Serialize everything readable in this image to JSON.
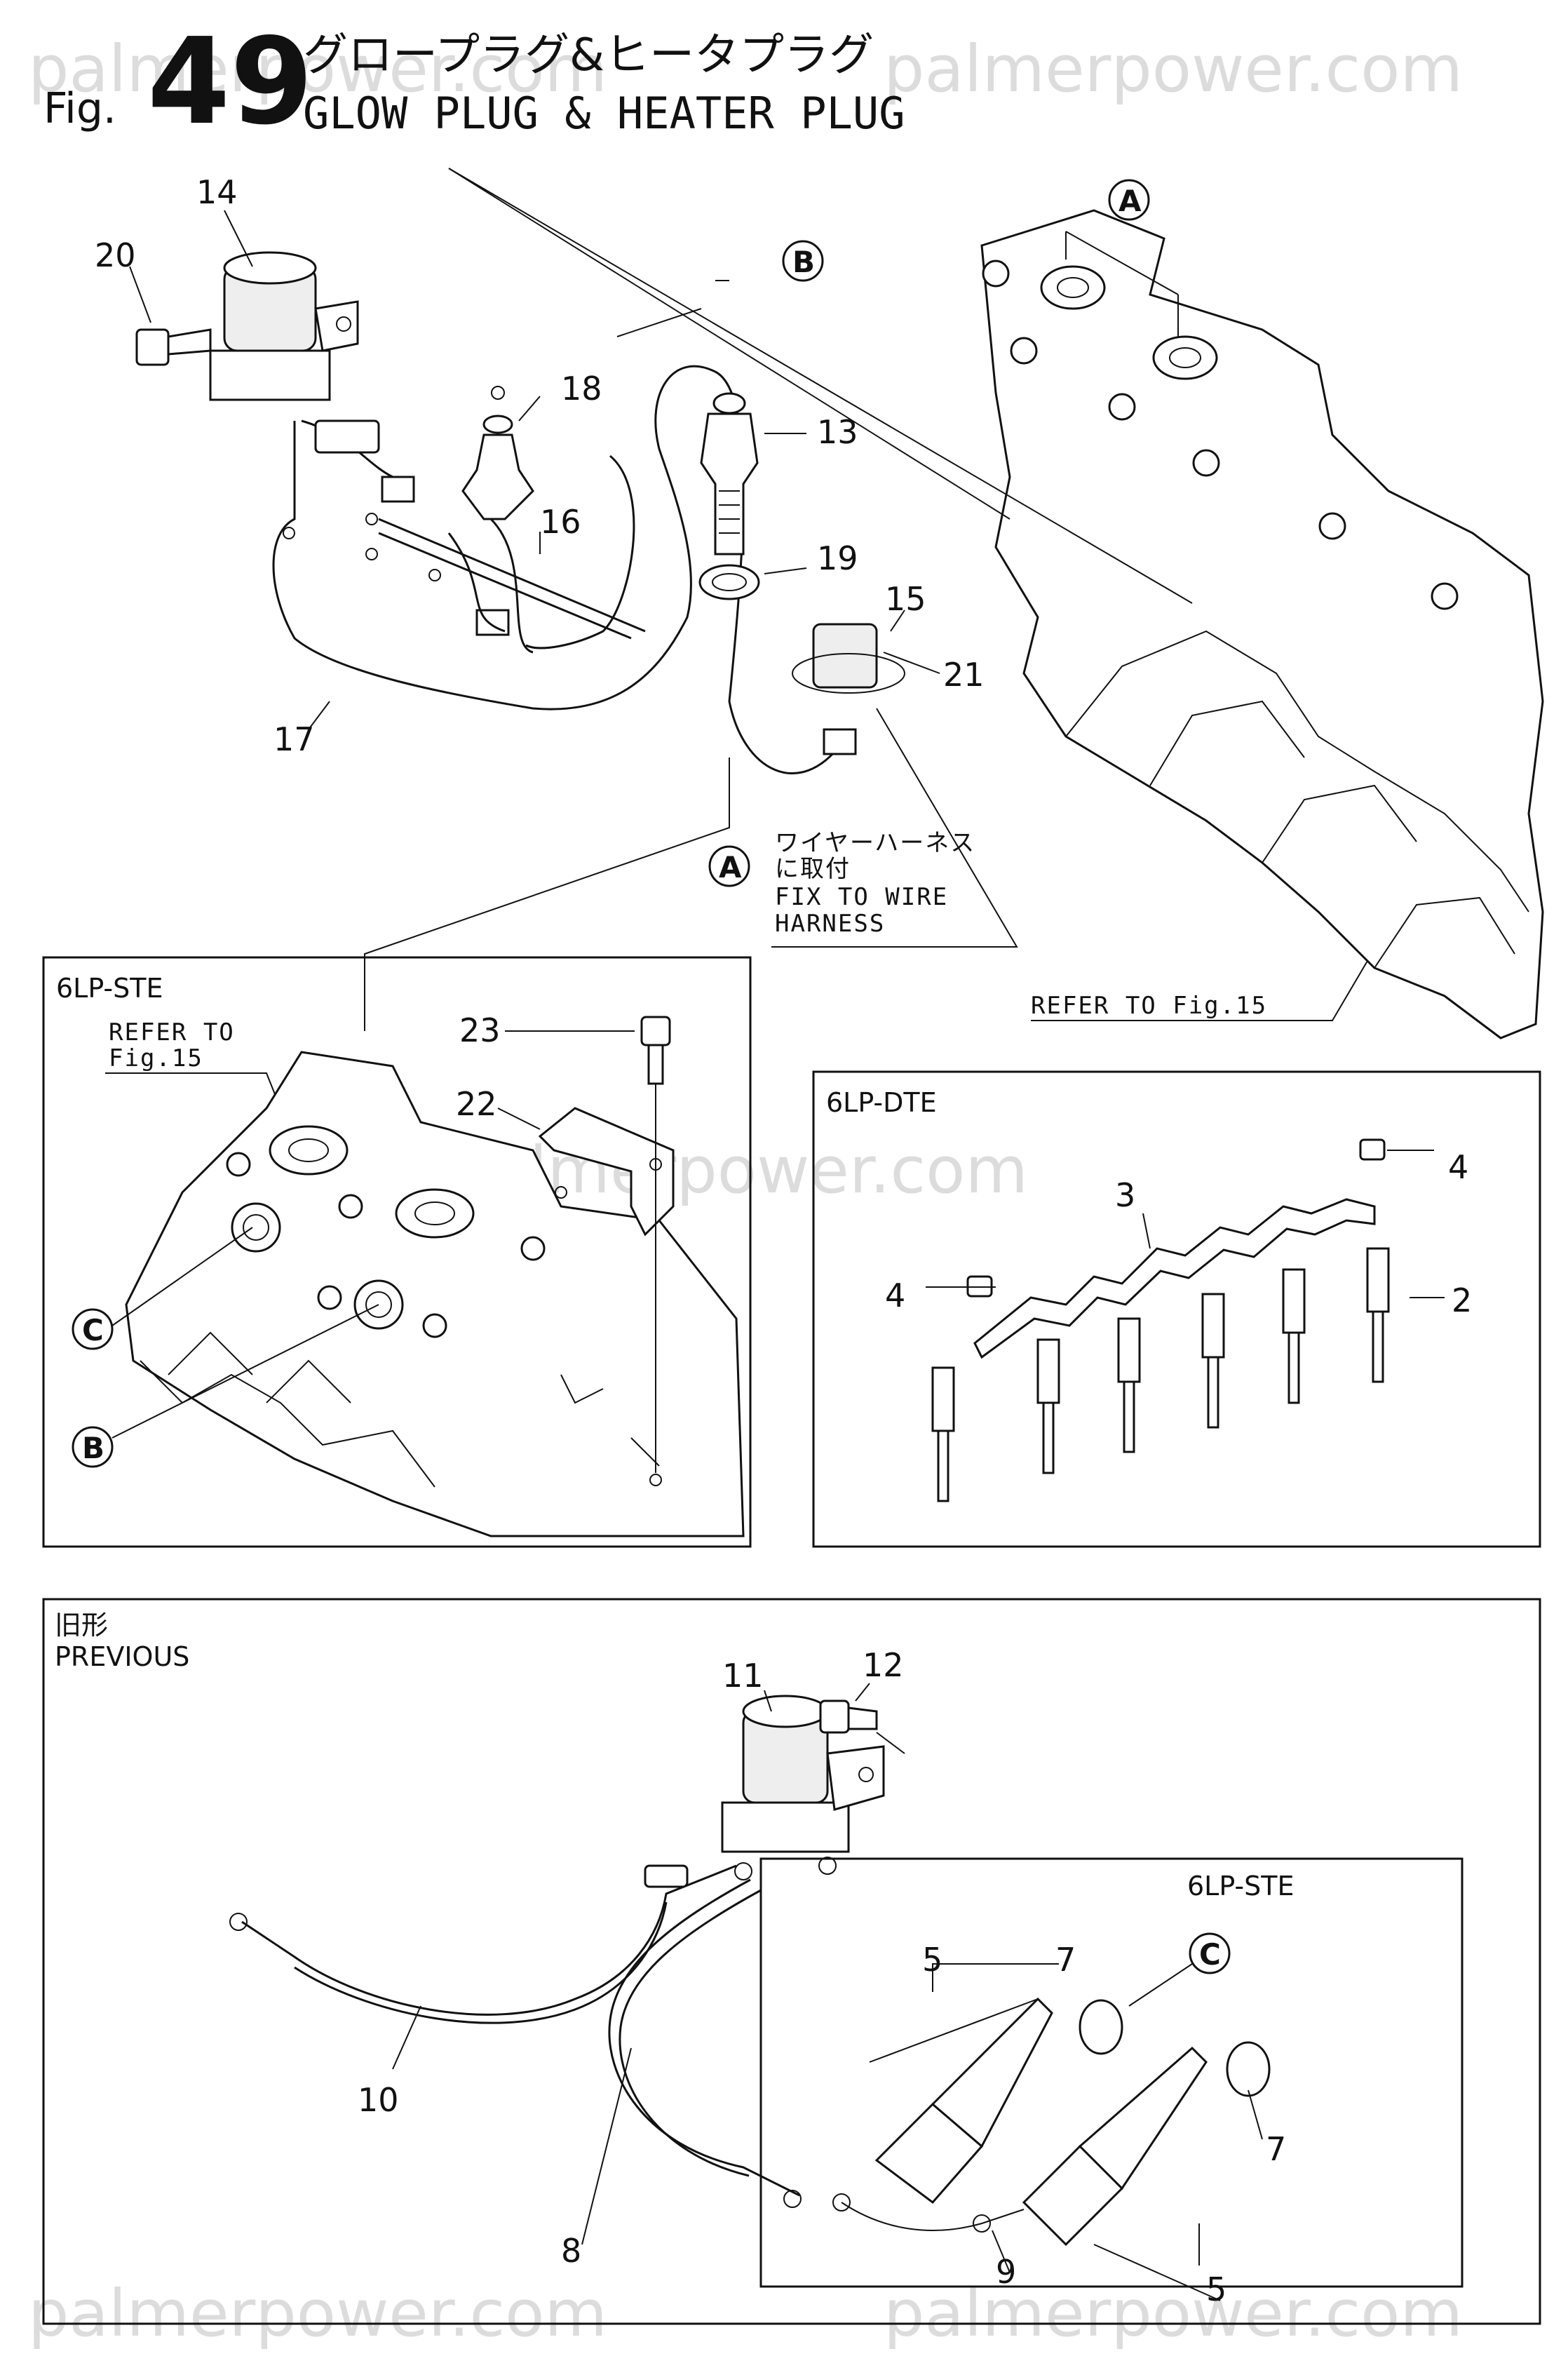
{
  "watermark": "palmerpower.com",
  "header": {
    "fig_prefix": "Fig.",
    "fig_number": "49",
    "title_jp": "グロープラグ&ヒータプラグ",
    "title_en": "GLOW PLUG & HEATER PLUG"
  },
  "callouts": {
    "p2": "2",
    "p3": "3",
    "p4": "4",
    "p5": "5",
    "p7": "7",
    "p8": "8",
    "p9": "9",
    "p10": "10",
    "p11": "11",
    "p12": "12",
    "p13": "13",
    "p14": "14",
    "p15": "15",
    "p16": "16",
    "p17": "17",
    "p18": "18",
    "p19": "19",
    "p20": "20",
    "p21": "21",
    "p22": "22",
    "p23": "23"
  },
  "refs": {
    "A": "A",
    "B": "B",
    "C": "C"
  },
  "notes": {
    "fix_jp_1": "ワイヤーハーネス",
    "fix_jp_2": "に取付",
    "fix_en_1": "FIX TO WIRE",
    "fix_en_2": "HARNESS",
    "refer_fig15": "REFER TO Fig.15",
    "refer_to": "REFER TO",
    "fig15": "Fig.15"
  },
  "boxes": {
    "ste_top": "6LP-STE",
    "dte": "6LP-DTE",
    "previous_jp": "旧形",
    "previous_en": "PREVIOUS",
    "ste_bottom": "6LP-STE"
  }
}
